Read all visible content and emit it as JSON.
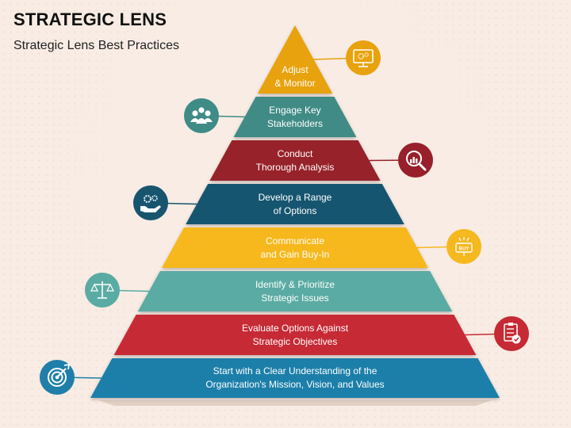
{
  "header": {
    "title": "STRATEGIC LENS",
    "subtitle": "Strategic Lens Best Practices"
  },
  "colors": {
    "background": "#f8ece4",
    "gold": "#e8a20c",
    "teal": "#3f8b86",
    "maroon": "#97202a",
    "navy": "#17556f",
    "yellow": "#f6b81f",
    "seafoam": "#5aaba3",
    "red": "#c62a34",
    "blue": "#1f7fa9"
  },
  "levels": [
    {
      "lines": [
        "Adjust",
        "& Monitor"
      ],
      "color": "#e8a20c",
      "icon": "monitor-gear-icon",
      "icon_side": "right"
    },
    {
      "lines": [
        "Engage Key",
        "Stakeholders"
      ],
      "color": "#3f8b86",
      "icon": "team-icon",
      "icon_side": "left"
    },
    {
      "lines": [
        "Conduct",
        "Thorough Analysis"
      ],
      "color": "#97202a",
      "icon": "magnifier-chart-icon",
      "icon_side": "right"
    },
    {
      "lines": [
        "Develop a Range",
        "of Options"
      ],
      "color": "#17556f",
      "icon": "hand-gears-icon",
      "icon_side": "left"
    },
    {
      "lines": [
        "Communicate",
        "and Gain Buy-In"
      ],
      "color": "#f6b81f",
      "icon": "buy-sign-icon",
      "icon_side": "right",
      "icon_text": "BUY"
    },
    {
      "lines": [
        "Identify &  Prioritize",
        "Strategic Issues"
      ],
      "color": "#5aaba3",
      "icon": "balance-scale-icon",
      "icon_side": "left"
    },
    {
      "lines": [
        "Evaluate Options Against",
        "Strategic Objectives"
      ],
      "color": "#c62a34",
      "icon": "checklist-icon",
      "icon_side": "right"
    },
    {
      "lines": [
        "Start with a Clear Understanding of the",
        "Organization's Mission, Vision, and Values"
      ],
      "color": "#1f7fa9",
      "icon": "target-icon",
      "icon_side": "left"
    }
  ]
}
